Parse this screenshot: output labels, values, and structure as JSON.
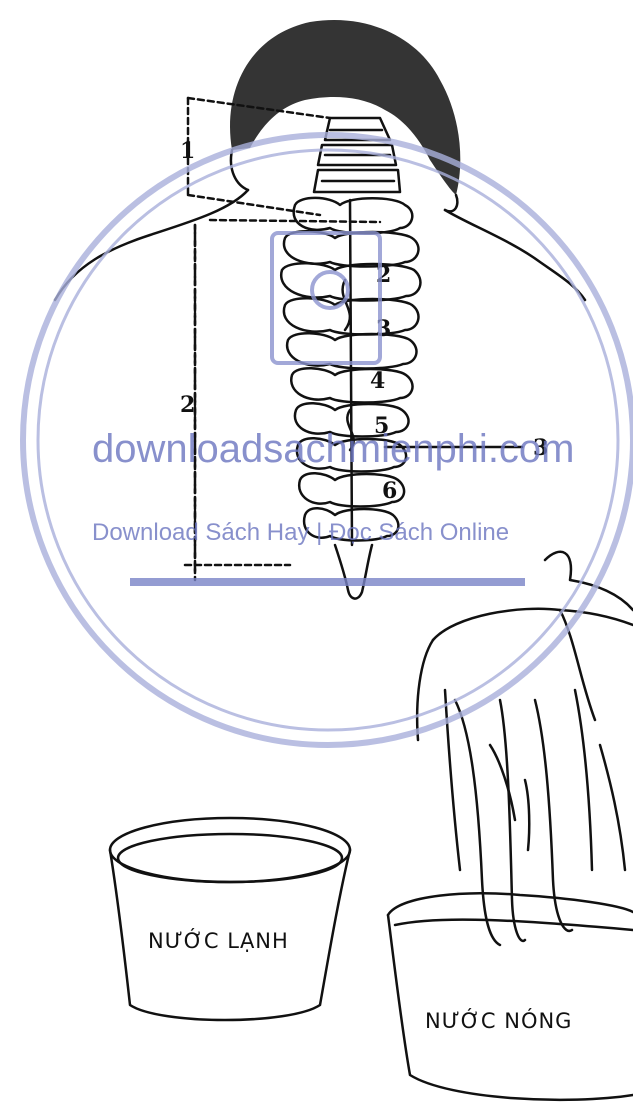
{
  "labels": {
    "region_1": "1",
    "region_2": "2",
    "line_3": "3",
    "vertebra_2": "2",
    "vertebra_3": "3",
    "vertebra_4": "4",
    "vertebra_5": "5",
    "vertebra_6": "6"
  },
  "buckets": {
    "cold": "NƯỚC LẠNH",
    "hot": "NƯỚC NÓNG"
  },
  "watermark": {
    "site": "downloadsachmienphi.com",
    "tagline": "Download Sách Hay | Đọc Sách Online"
  },
  "colors": {
    "ink": "#111111",
    "watermark": "#6b75c0",
    "background": "#ffffff"
  }
}
